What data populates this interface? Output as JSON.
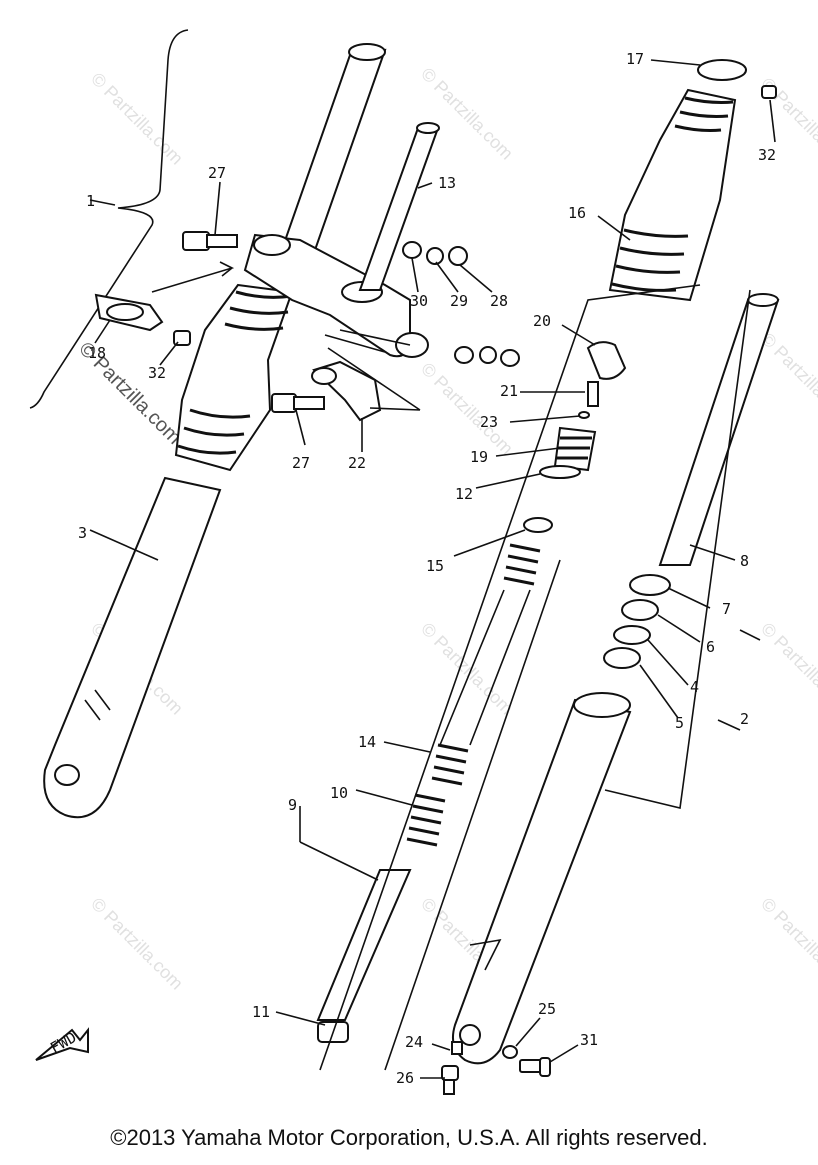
{
  "diagram": {
    "callouts": {
      "c1": "1",
      "c2": "2",
      "c3": "3",
      "c4": "4",
      "c5": "5",
      "c6": "6",
      "c7": "7",
      "c8": "8",
      "c9": "9",
      "c10": "10",
      "c11": "11",
      "c12": "12",
      "c13": "13",
      "c14": "14",
      "c15": "15",
      "c16": "16",
      "c17": "17",
      "c18": "18",
      "c19": "19",
      "c20": "20",
      "c21": "21",
      "c22": "22",
      "c23": "23",
      "c24": "24",
      "c25": "25",
      "c26": "26",
      "c27a": "27",
      "c27b": "27",
      "c28": "28",
      "c29": "29",
      "c30": "30",
      "c31": "31",
      "c32a": "32",
      "c32b": "32"
    },
    "fwd_label": "FWD",
    "watermark": "© Partzilla.com",
    "watermark_logo": "© Partzilla.com"
  },
  "footer": {
    "copyright": "©2013 Yamaha Motor Corporation, U.S.A. All rights reserved."
  }
}
